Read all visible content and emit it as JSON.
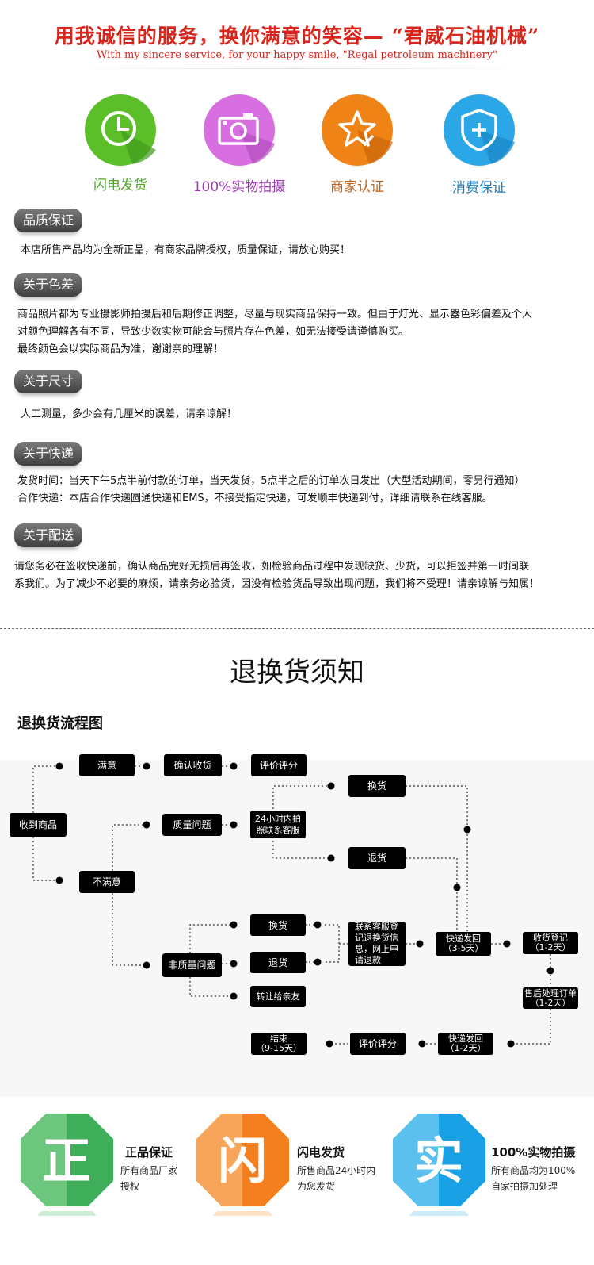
{
  "header": {
    "title_cn": "用我诚信的服务，换你满意的笑容— “君威石油机械”",
    "title_en": "With my sincere service, for your happy smile, \"Regal petroleum machinery\""
  },
  "badges": [
    {
      "label": "闪电发货",
      "icon": "clock-icon",
      "color": "#5cbf2a",
      "text_color": "#4fa62a"
    },
    {
      "label": "100%实物拍摄",
      "icon": "camera-icon",
      "color": "#d86fe0",
      "text_color": "#9b3bb0"
    },
    {
      "label": "商家认证",
      "icon": "star-icon",
      "color": "#f08316",
      "text_color": "#c2641a"
    },
    {
      "label": "消费保证",
      "icon": "shield-icon",
      "color": "#2ba7e8",
      "text_color": "#1f7fb8"
    }
  ],
  "sections": [
    {
      "tab": "品质保证",
      "lines": [
        "本店所售产品均为全新正品，有商家品牌授权，质量保证，请放心购买！"
      ]
    },
    {
      "tab": "关于色差",
      "lines": [
        "商品照片都为专业摄影师拍摄后和后期修正调整，尽量与现实商品保持一致。但由于灯光、显示器色彩偏差及个人",
        "对颜色理解各有不同，导致少数实物可能会与照片存在色差，如无法接受请谨慎购买。",
        "最终颜色会以实际商品为准，谢谢亲的理解！"
      ]
    },
    {
      "tab": "关于尺寸",
      "lines": [
        "人工测量，多少会有几厘米的误差，请亲谅解！"
      ]
    },
    {
      "tab": "关于快递",
      "lines": [
        "发货时间：当天下午5点半前付款的订单，当天发货，5点半之后的订单次日发出（大型活动期间，零另行通知）",
        "合作快递：本店合作快递圆通快递和EMS，不接受指定快递，可发顺丰快递到付，详细请联系在线客服。"
      ]
    },
    {
      "tab": "关于配送",
      "lines": [
        "请您务必在签收快递前，确认商品完好无损后再签收，如检验商品过程中发现缺货、少货，可以拒签并第一时间联",
        "系我们。为了减少不必要的麻烦，请亲务必验货，因没有检验货品导致出现问题，我们将不受理！请亲谅解与知属！"
      ]
    }
  ],
  "returns": {
    "title": "退换货须知",
    "flow_title": "退换货流程图",
    "nodes": {
      "receive": "收到商品",
      "satisfied": "满意",
      "confirm": "确认收货",
      "rate1": "评价评分",
      "unsatisfied": "不满意",
      "quality": "质量问题",
      "photo1": "24小时内拍",
      "photo2": "照联系客服",
      "exchange1": "换货",
      "return1": "退货",
      "nonquality": "非质量问题",
      "exchange2": "换货",
      "return2": "退货",
      "transfer": "转让给亲友",
      "contact1": "联系客服登",
      "contact2": "记退换货信",
      "contact3": "息，网上申",
      "contact4": "请退款",
      "ship_back1": "快递发回",
      "ship_back2": "（3-5天）",
      "recv_reg1": "收货登记",
      "recv_reg2": "（1-2天）",
      "aftersale1": "售后处理订单",
      "aftersale2": "（1-2天）",
      "ship_out1": "快递发回",
      "ship_out2": "（1-2天）",
      "rate2": "评价评分",
      "end1": "结束",
      "end2": "（9-15天）"
    }
  },
  "promos": [
    {
      "char": "正",
      "title": "正品保证",
      "sub1": "所有商品厂家",
      "sub2": "授权",
      "color": "#3fae5a",
      "light": "#6cc67e"
    },
    {
      "char": "闪",
      "title": "闪电发货",
      "sub1": "所售商品24小时内",
      "sub2": "为您发货",
      "color": "#f37f1f",
      "light": "#f7a55a"
    },
    {
      "char": "实",
      "title": "100%实物拍摄",
      "sub1": "所有商品均为100%",
      "sub2": "自家拍摄加处理",
      "color": "#1aa0e4",
      "light": "#5cc0ee"
    }
  ]
}
